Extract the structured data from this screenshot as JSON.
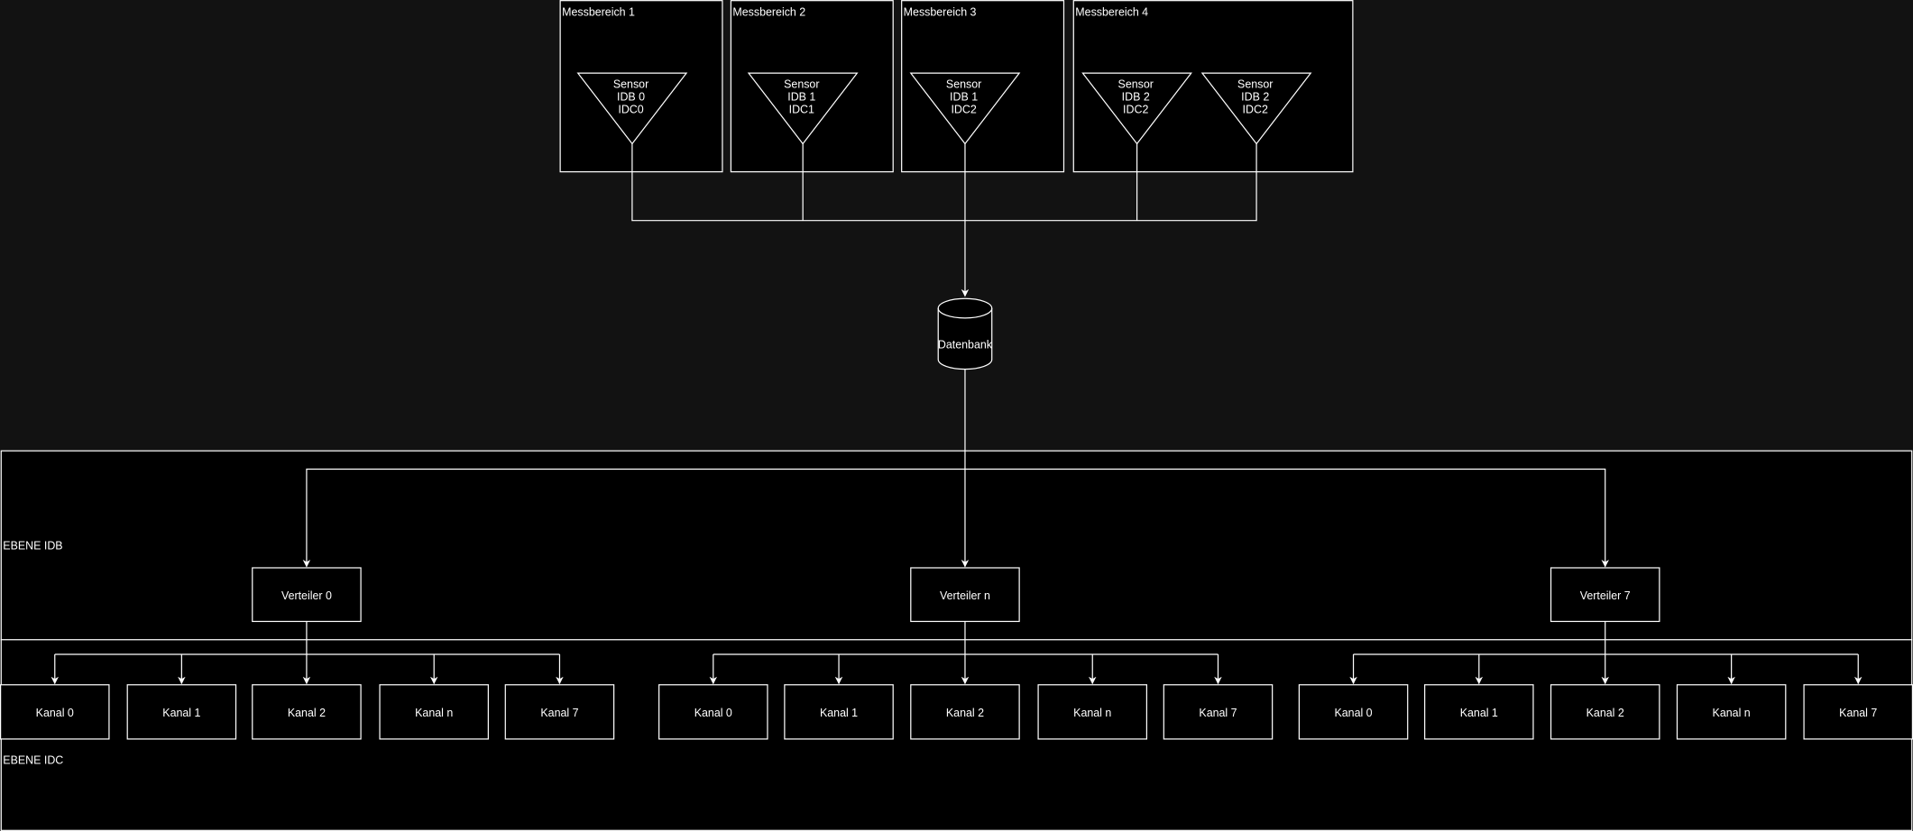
{
  "colors": {
    "canvas": "#121212",
    "shape_fill": "#000000",
    "stroke": "#ffffff",
    "text": "#ffffff"
  },
  "areas": [
    {
      "label": "Messbereich 1"
    },
    {
      "label": "Messbereich 2"
    },
    {
      "label": "Messbereich 3"
    },
    {
      "label": "Messbereich 4"
    }
  ],
  "sensors": [
    {
      "lines": [
        "Sensor",
        "IDB 0",
        "IDC0"
      ]
    },
    {
      "lines": [
        "Sensor",
        "IDB 1",
        "IDC1"
      ]
    },
    {
      "lines": [
        "Sensor",
        "IDB 1",
        "IDC2"
      ]
    },
    {
      "lines": [
        "Sensor",
        "IDB 2",
        "IDC2"
      ]
    },
    {
      "lines": [
        "Sensor",
        "IDB 2",
        "IDC2"
      ]
    }
  ],
  "database": {
    "label": "Datenbank"
  },
  "layers": {
    "idb": "EBENE IDB",
    "idc": "EBENE IDC"
  },
  "distributors": [
    {
      "label": "Verteiler 0",
      "channels": [
        "Kanal 0",
        "Kanal 1",
        "Kanal 2",
        "Kanal n",
        "Kanal 7"
      ]
    },
    {
      "label": "Verteiler n",
      "channels": [
        "Kanal 0",
        "Kanal 1",
        "Kanal 2",
        "Kanal n",
        "Kanal 7"
      ]
    },
    {
      "label": "Verteiler 7",
      "channels": [
        "Kanal 0",
        "Kanal 1",
        "Kanal 2",
        "Kanal n",
        "Kanal 7"
      ]
    }
  ]
}
